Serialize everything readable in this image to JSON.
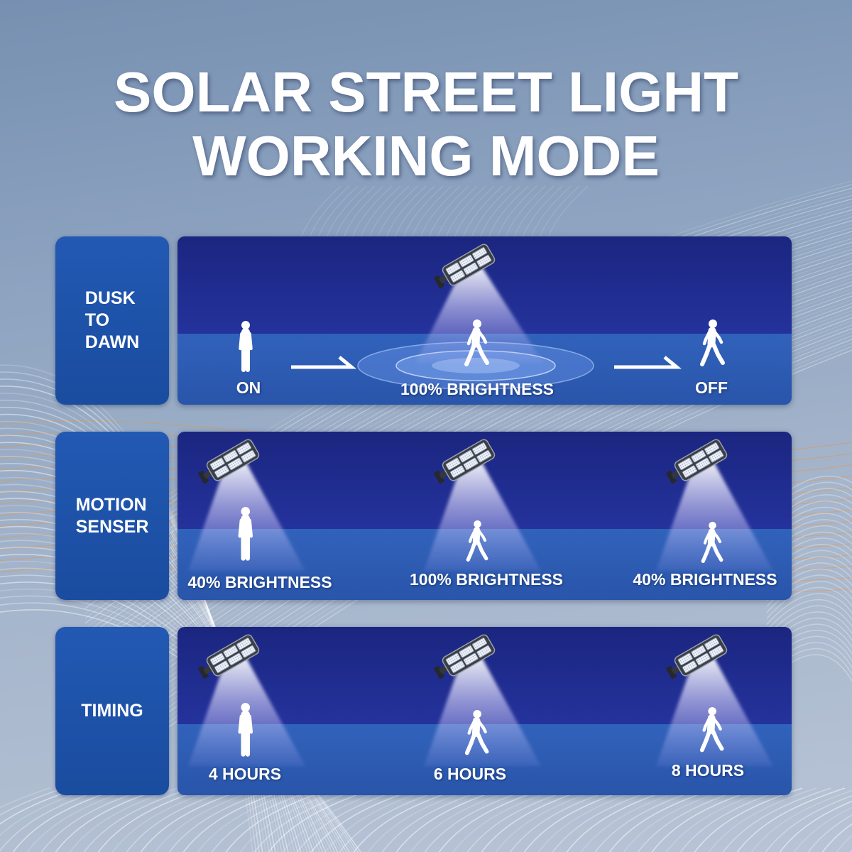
{
  "title": {
    "line1": "SOLAR STREET LIGHT",
    "line2": "WORKING MODE"
  },
  "modes": [
    {
      "label_lines": [
        "DUSK",
        "TO",
        "DAWN"
      ],
      "steps": [
        {
          "caption": "ON",
          "figure": "standing-person-icon"
        },
        {
          "caption": "100% BRIGHTNESS",
          "figure": "walking-person-icon",
          "light": "street-light-icon"
        },
        {
          "caption": "OFF",
          "figure": "walking-person-icon"
        }
      ]
    },
    {
      "label_lines": [
        "MOTION",
        "SENSER"
      ],
      "steps": [
        {
          "caption": "40% BRIGHTNESS",
          "figure": "standing-person-icon",
          "light": "street-light-icon"
        },
        {
          "caption": "100% BRIGHTNESS",
          "figure": "walking-person-icon",
          "light": "street-light-icon"
        },
        {
          "caption": "40% BRIGHTNESS",
          "figure": "walking-person-icon",
          "light": "street-light-icon"
        }
      ]
    },
    {
      "label_lines": [
        "TIMING"
      ],
      "steps": [
        {
          "caption": "4 HOURS",
          "figure": "standing-person-icon",
          "light": "street-light-icon"
        },
        {
          "caption": "6 HOURS",
          "figure": "walking-person-icon",
          "light": "street-light-icon"
        },
        {
          "caption": "8 HOURS",
          "figure": "walking-person-icon",
          "light": "street-light-icon"
        }
      ]
    }
  ],
  "colors": {
    "label_top": "#2259b3",
    "label_bottom": "#1a4c9f",
    "sky_top": "#1b2680",
    "sky_bottom": "#24329c",
    "floor_top": "#3162bb",
    "floor_bottom": "#2955aa",
    "title_text": "#ffffff"
  }
}
